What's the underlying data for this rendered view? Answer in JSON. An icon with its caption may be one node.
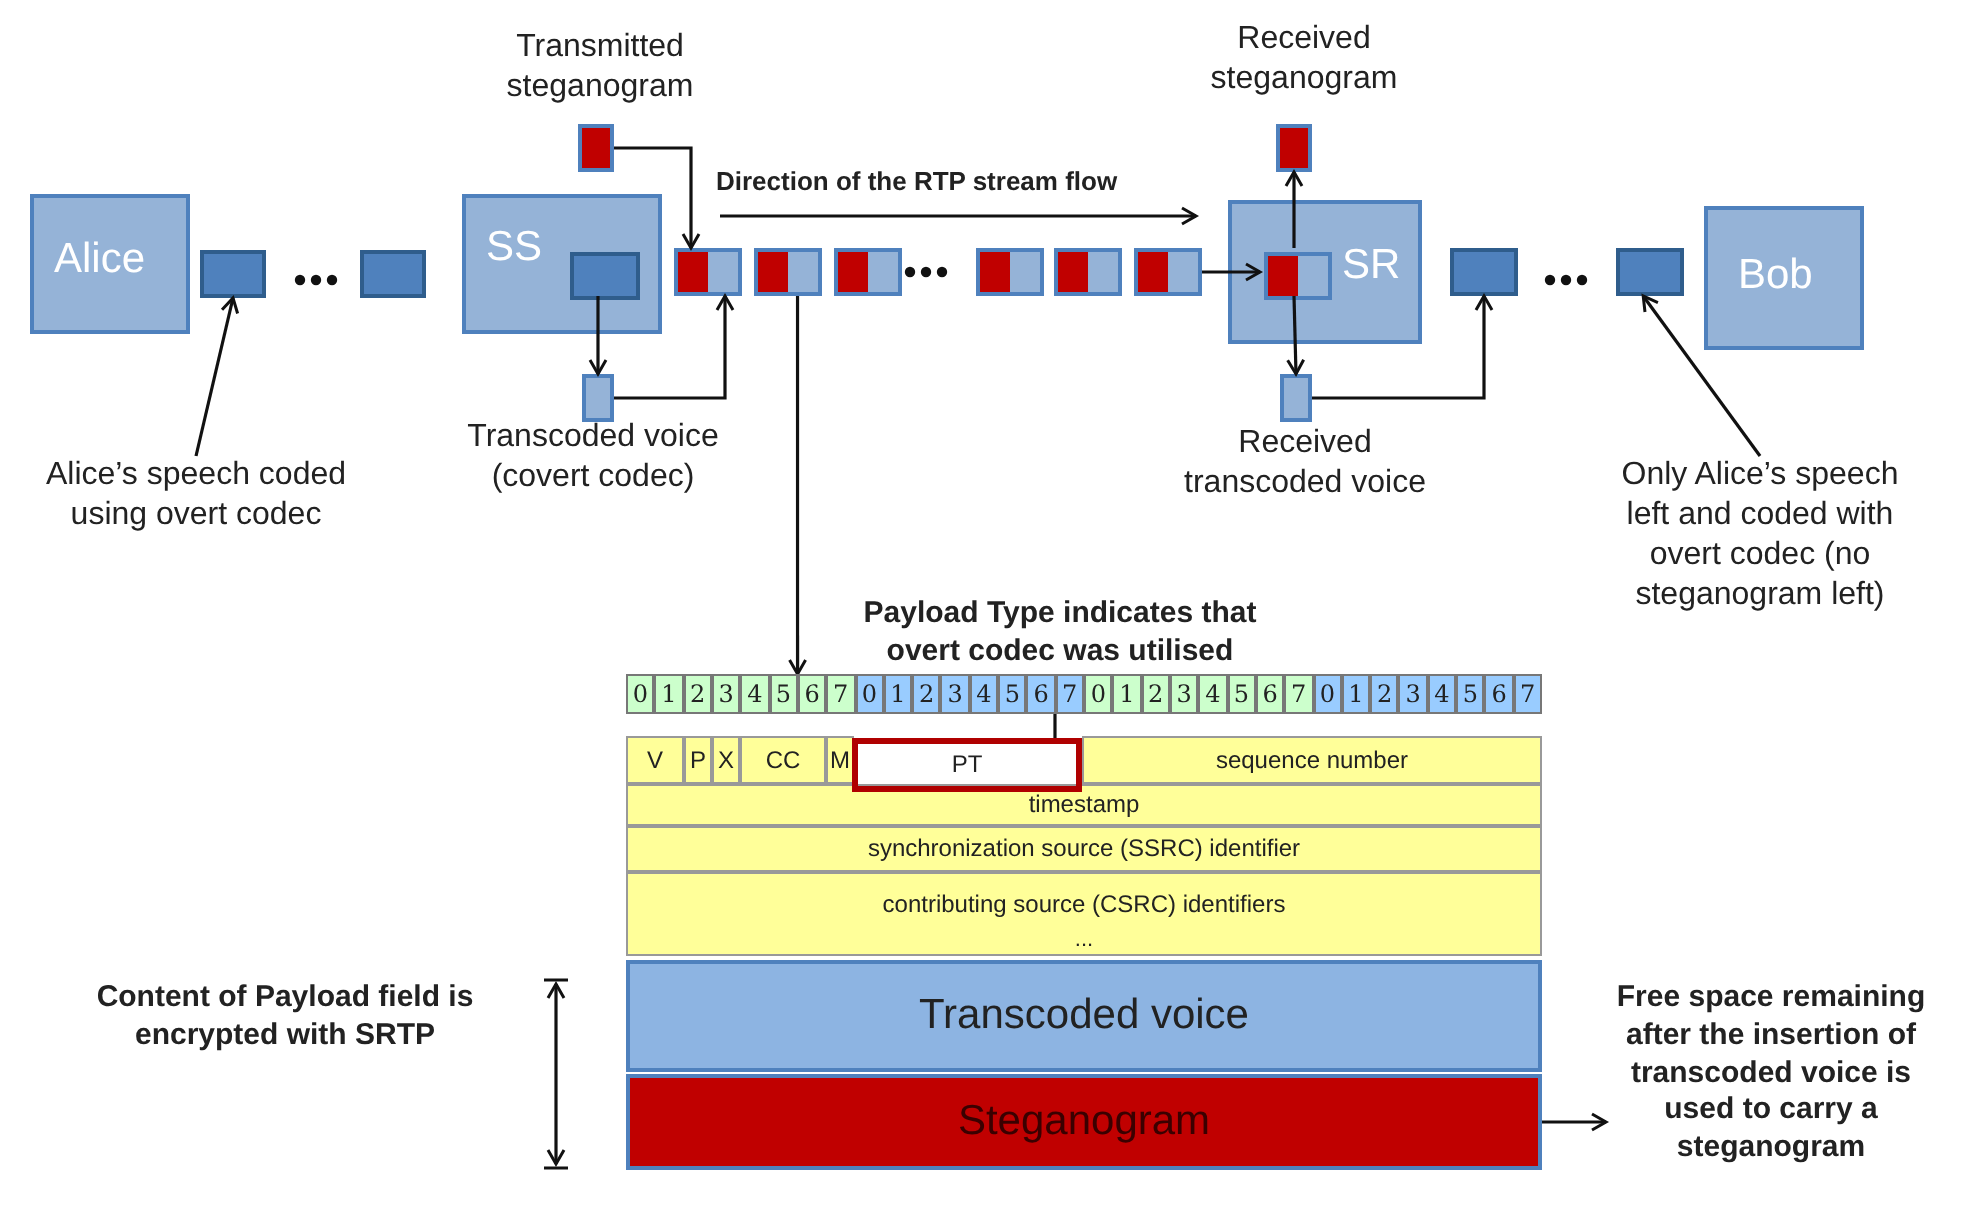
{
  "diagram": {
    "nodes": [
      {
        "text": [
          "Alice"
        ]
      },
      {
        "text": [],
        "shape": "box"
      },
      {
        "text": [],
        "shape": "box"
      },
      {
        "text": [
          "SS"
        ]
      },
      {
        "text": [],
        "shape": "box",
        "in": 3
      },
      {
        "text": [
          "Transmitted steganogram"
        ]
      },
      {
        "text": [
          "Transcoded voice (covert codec)"
        ]
      },
      {
        "text": [],
        "shape": "box"
      },
      {
        "text": [],
        "shape": "box"
      },
      {
        "text": [],
        "shape": "box"
      },
      {
        "text": [],
        "shape": "box"
      },
      {
        "text": [],
        "shape": "box"
      },
      {
        "text": [],
        "shape": "box"
      },
      {
        "text": [
          "SR"
        ]
      },
      {
        "text": [],
        "shape": "box",
        "in": 13
      },
      {
        "text": [
          "Received steganogram"
        ]
      },
      {
        "text": [
          "Received transcoded voice"
        ]
      },
      {
        "text": [],
        "shape": "box"
      },
      {
        "text": [],
        "shape": "box"
      },
      {
        "text": [
          "Bob"
        ]
      },
      {
        "text": [
          "Alice’s speech coded using overt codec"
        ]
      },
      {
        "text": [
          "Only Alice’s speech left and coded with overt codec (no steganogram left)"
        ]
      },
      {
        "text": [
          "Payload Type indicates that overt codec was utilised"
        ]
      },
      {
        "text": [
          "0",
          "1",
          "2",
          "3",
          "4",
          "5",
          "6",
          "7",
          "0",
          "1",
          "2",
          "3",
          "4",
          "5",
          "6",
          "7",
          "0",
          "1",
          "2",
          "3",
          "4",
          "5",
          "6",
          "7",
          "0",
          "1",
          "2",
          "3",
          "4",
          "5",
          "6",
          "7",
          "V",
          "P",
          "X",
          "CC",
          "M",
          "sequence number",
          "timestamp",
          "synchronization source (SSRC) identifier",
          "contributing source (CSRC) identifiers",
          "..."
        ]
      },
      {
        "text": [
          "PT"
        ],
        "in": 23
      },
      {
        "text": [
          "Transcoded voice"
        ]
      },
      {
        "text": [
          "Steganogram"
        ]
      },
      {
        "text": [
          "Free space remaining after the insertion of transcoded voice is used to carry a steganogram"
        ]
      }
    ],
    "edges": [
      {
        "from": 20,
        "to": 1,
        "arrow": "to"
      },
      {
        "from": 4,
        "to": 6,
        "arrow": "to"
      },
      {
        "from": 5,
        "to": 7,
        "arrow": "to"
      },
      {
        "from": 6,
        "to": 7,
        "arrow": "to"
      },
      {
        "from": 8,
        "to": 23,
        "arrow": "to"
      },
      {
        "from": 24,
        "to": 22,
        "arrow": "to"
      },
      {
        "from": 12,
        "to": 14,
        "arrow": "to"
      },
      {
        "from": 14,
        "to": 15,
        "arrow": "to"
      },
      {
        "from": 14,
        "to": 16,
        "arrow": "to"
      },
      {
        "from": 16,
        "to": 17,
        "arrow": "to"
      },
      {
        "from": 21,
        "to": 18,
        "arrow": "to"
      },
      {
        "from": 26,
        "to": 27,
        "arrow": "to"
      }
    ],
    "labels": [
      "Direction of the RTP stream flow",
      "Content of Payload field is encrypted with SRTP"
    ]
  }
}
